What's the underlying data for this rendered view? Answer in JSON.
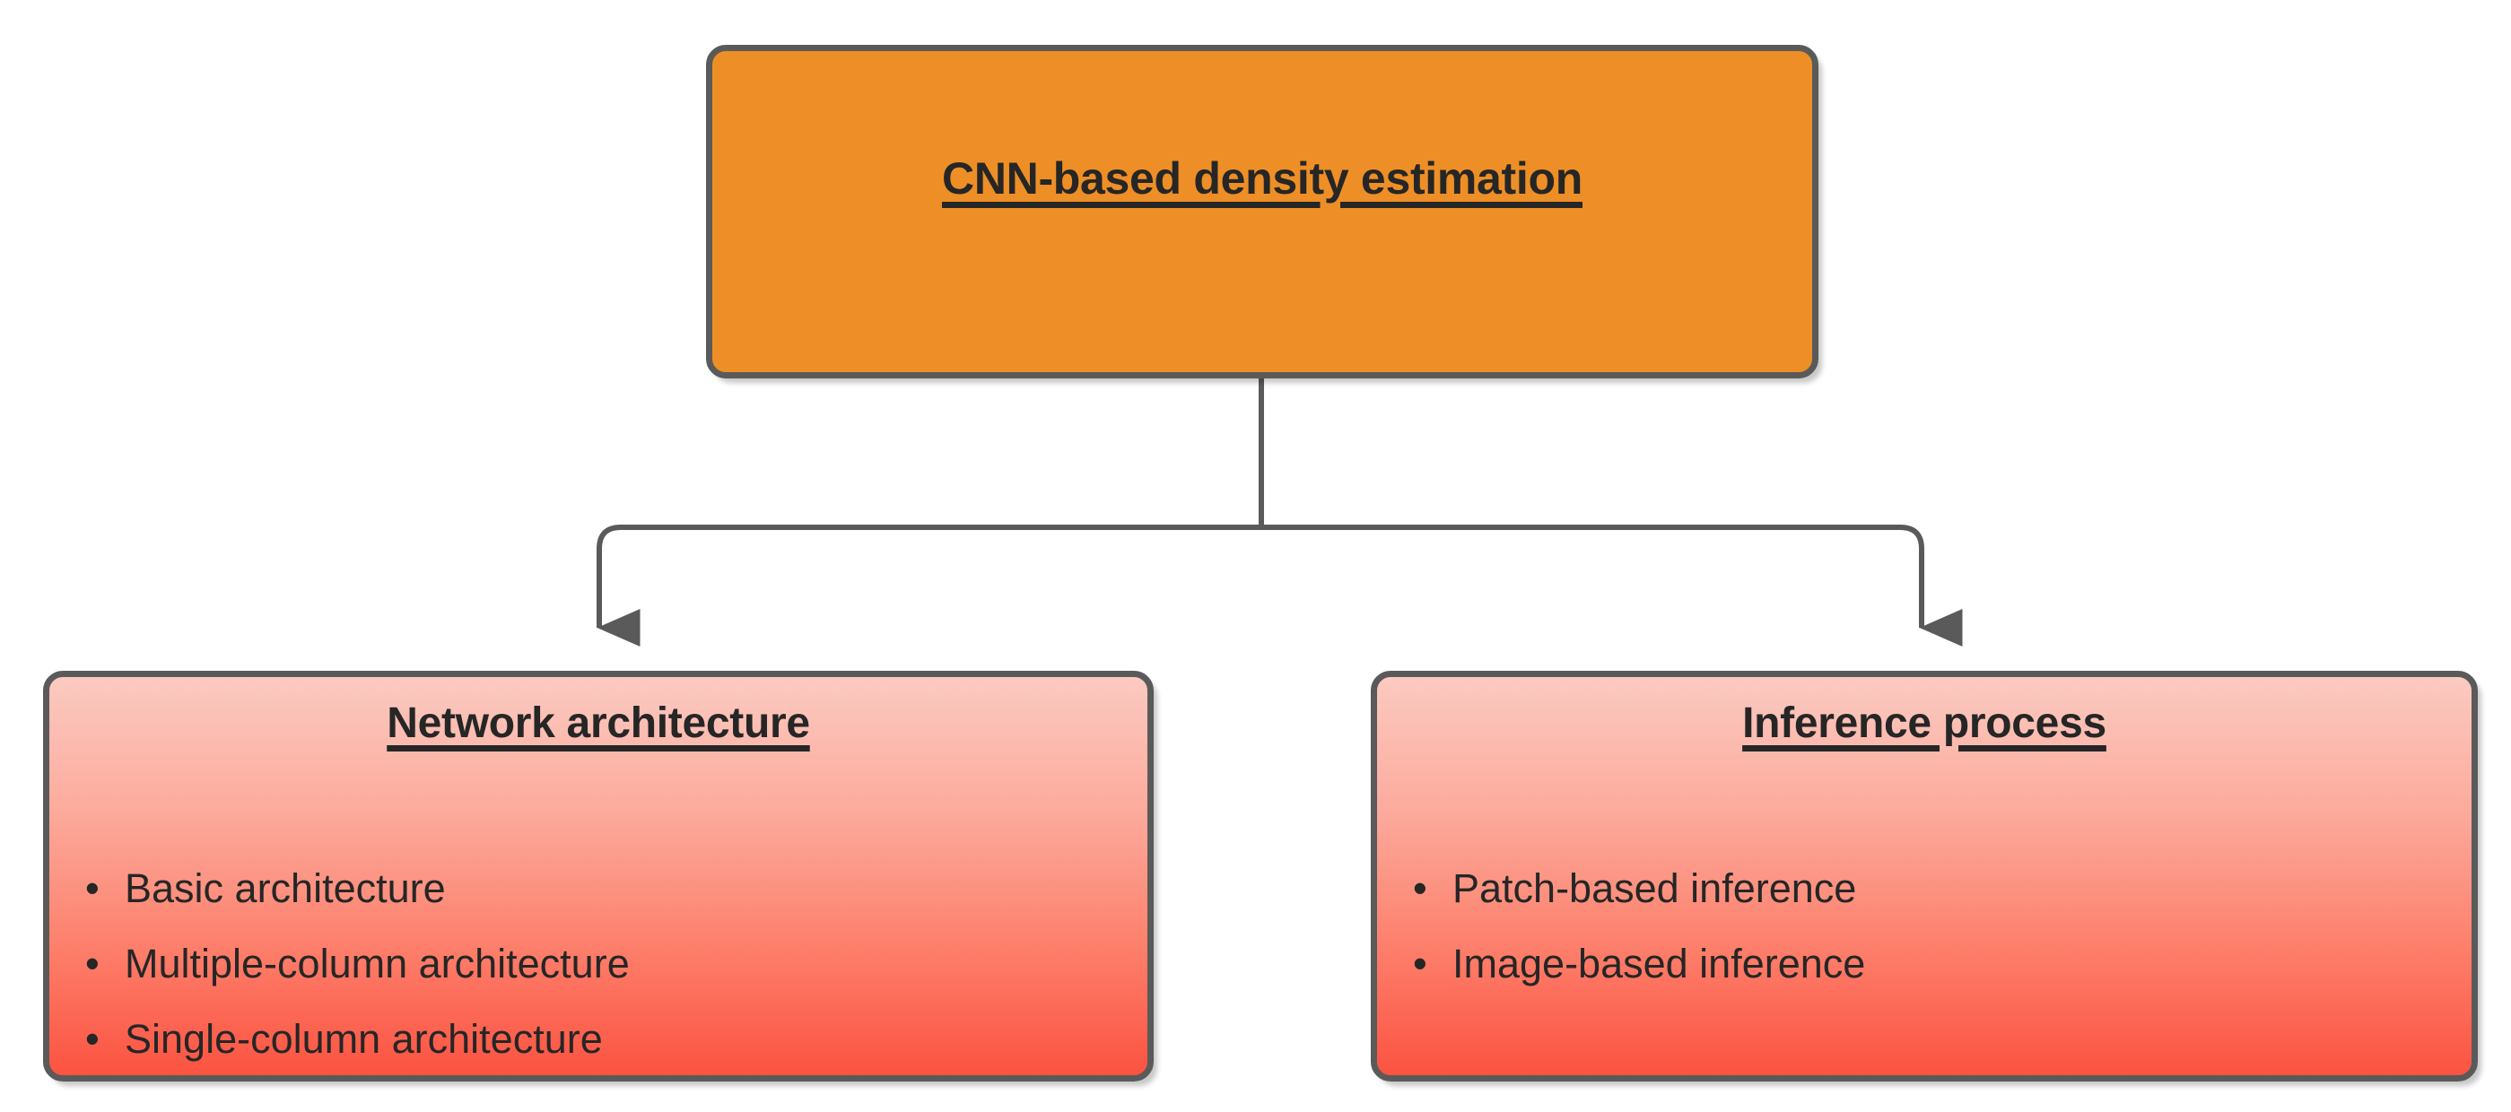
{
  "diagram": {
    "type": "hierarchy-flowchart",
    "orientation": "top-down",
    "colors": {
      "root_fill": "#ed8f26",
      "leaf_fill_top": "#fbcac1",
      "leaf_fill_bottom": "#fc5341",
      "border": "#5a5a5a",
      "text": "#262626",
      "connector": "#5a5a5a",
      "background": "#ffffff"
    },
    "root": {
      "title": "CNN-based density estimation"
    },
    "children": [
      {
        "title": "Network architecture",
        "bullet_marker": "•",
        "items": [
          "Basic architecture",
          "Multiple-column architecture",
          "Single-column architecture"
        ]
      },
      {
        "title": "Inference process",
        "bullet_marker": "•",
        "items": [
          "Patch-based inference",
          "Image-based inference"
        ]
      }
    ],
    "connectors": [
      {
        "from": "CNN-based density estimation",
        "to": "Network architecture",
        "arrow": "down"
      },
      {
        "from": "CNN-based density estimation",
        "to": "Inference process",
        "arrow": "down"
      }
    ]
  }
}
